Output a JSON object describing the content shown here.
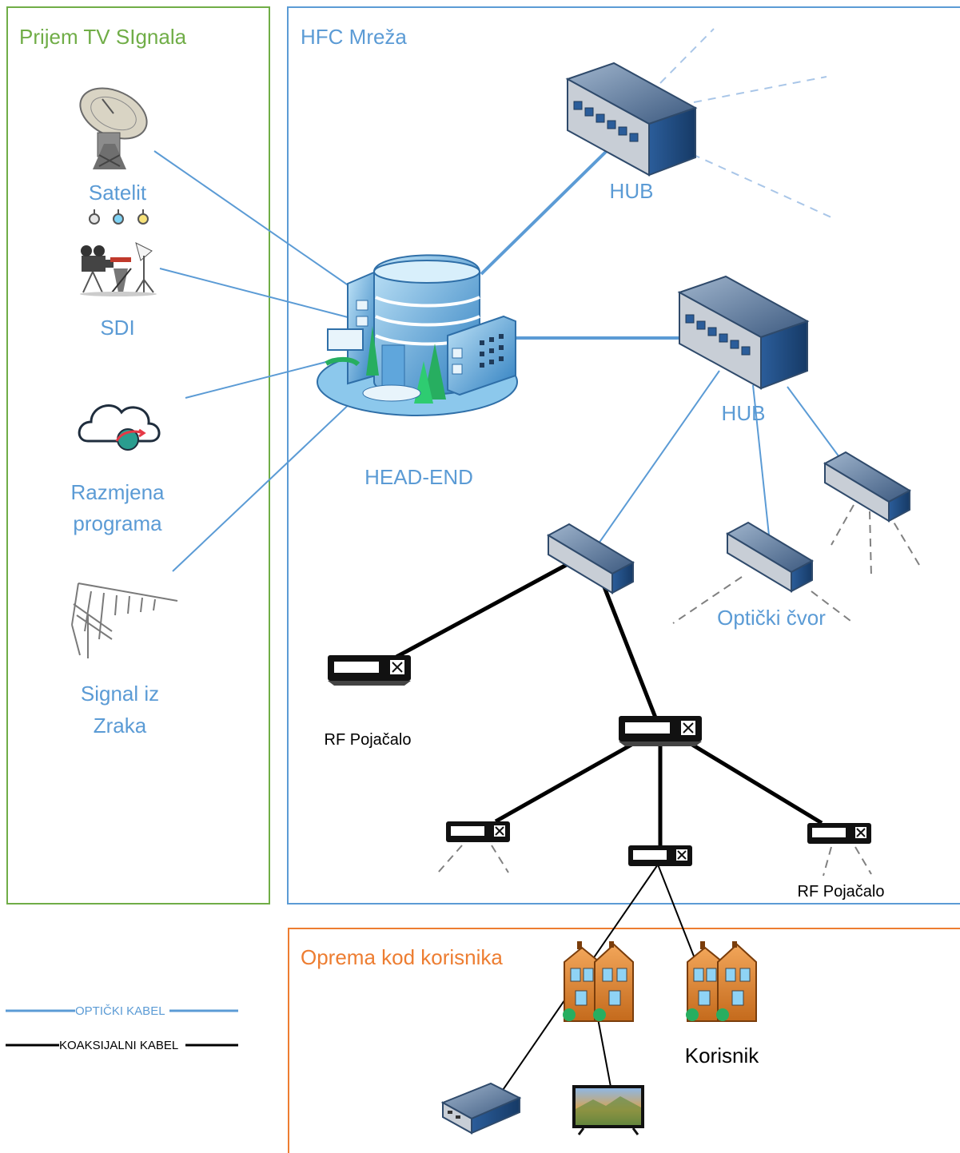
{
  "panels": {
    "reception_title": "Prijem TV SIgnala",
    "hfc_title": "HFC Mreža",
    "user_title": "Oprema kod korisnika"
  },
  "sources": {
    "satelite": "Satelit",
    "sdi": "SDI",
    "exchange_line1": "Razmjena",
    "exchange_line2": "programa",
    "air_line1": "Signal iz",
    "air_line2": "Zraka"
  },
  "network": {
    "headend": "HEAD-END",
    "hub_top": "HUB",
    "hub_mid": "HUB",
    "optical_node": "Optički čvor",
    "rf_amp_left": "RF Pojačalo",
    "rf_amp_right": "RF Pojačalo",
    "user": "Korisnik"
  },
  "legend": {
    "fiber_label": "OPTIČKI KABEL",
    "coax_label": "KOAKSIJALNI KABEL",
    "fiber_color": "#5b9bd5",
    "coax_color": "#000000"
  },
  "colors": {
    "reception_border": "#70ad47",
    "hfc_border": "#5b9bd5",
    "user_border": "#ed7d31"
  }
}
